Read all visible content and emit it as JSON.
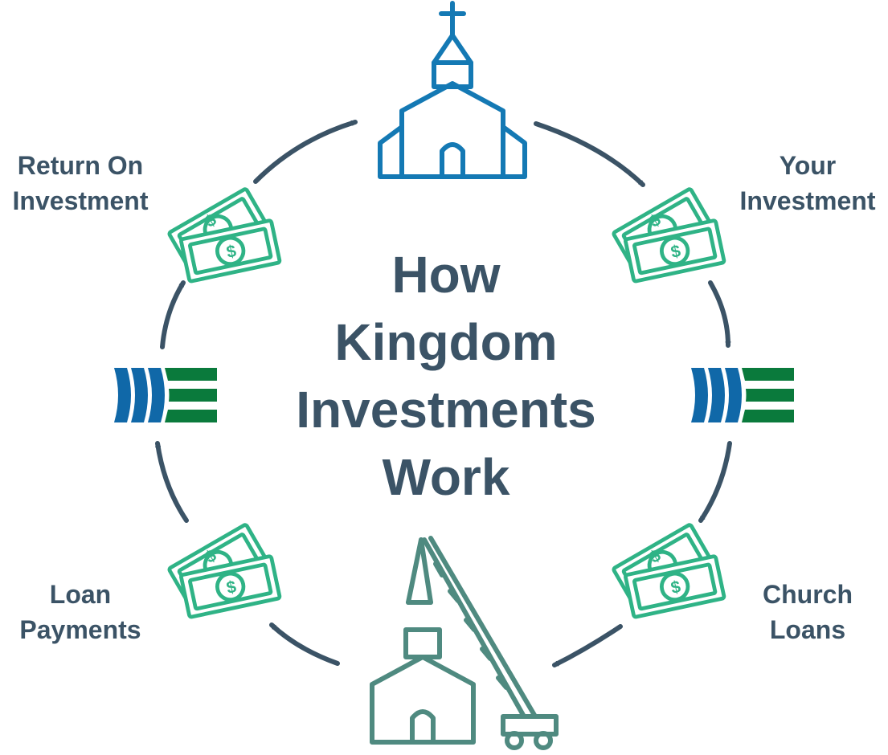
{
  "title": {
    "line1": "How",
    "line2": "Kingdom",
    "line3": "Investments",
    "line4": "Work"
  },
  "labels": {
    "return_on_investment": {
      "line1": "Return On",
      "line2": "Investment"
    },
    "your_investment": {
      "line1": "Your",
      "line2": "Investment"
    },
    "church_loans": {
      "line1": "Church",
      "line2": "Loans"
    },
    "loan_payments": {
      "line1": "Loan",
      "line2": "Payments"
    }
  },
  "money_symbol": "$",
  "colors": {
    "text": "#3b5366",
    "church": "#1479b4",
    "money": "#2fb386",
    "construction": "#4f8a80",
    "logo_blue": "#1068a8",
    "logo_green": "#0a7a3c",
    "arrow": "#3b5366"
  },
  "icons": {
    "church": "church-icon",
    "money": "money-stack-icon",
    "logo": "organization-logo-icon",
    "construction": "church-construction-crane-icon",
    "arrow": "cycle-arrow-icon"
  }
}
